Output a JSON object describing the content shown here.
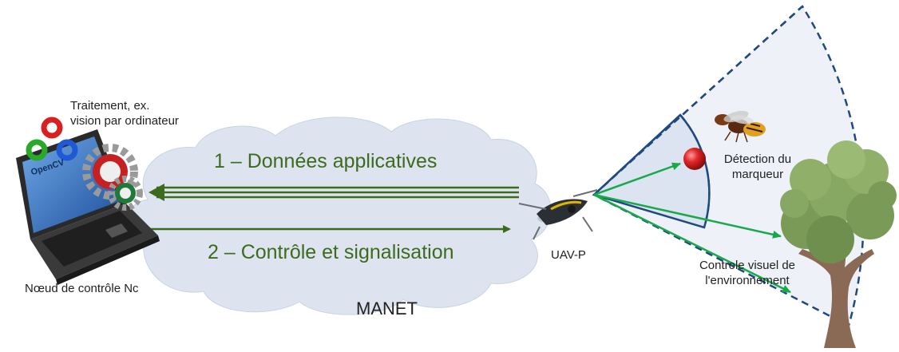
{
  "processing_label": [
    "Traitement, ex.",
    "vision par ordinateur"
  ],
  "opencv_label": "OpenCV",
  "control_node_label": "Nœud de contrôle Nc",
  "flow_1_label": "1 – Données applicatives",
  "flow_2_label": "2 – Contrôle et signalisation",
  "network_label": "MANET",
  "uav_label": "UAV-P",
  "marker_detection_label": [
    "Détection du",
    "marqueur"
  ],
  "visual_control_label": [
    "Controle visuel de",
    "l'environnement"
  ],
  "colors": {
    "cloud": "#dde4ef",
    "arrow_green": "#3d6b1e",
    "sensor_green": "#19a84a",
    "fov_fill": "#e8eef6",
    "fov_stroke": "#1f4a80",
    "marker_red": "#d42020"
  }
}
